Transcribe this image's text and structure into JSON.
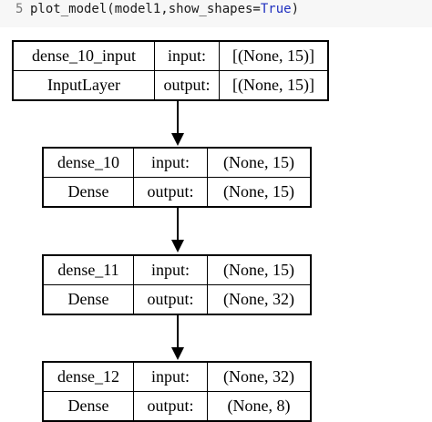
{
  "code_cell": {
    "line_number": "5",
    "code_prefix": "plot_model(model1,show_shapes=",
    "code_keyword": "True",
    "code_suffix": ")"
  },
  "nodes": [
    {
      "name": "dense_10_input",
      "type": "InputLayer",
      "input_label": "input:",
      "output_label": "output:",
      "input_shape": "[(None, 15)]",
      "output_shape": "[(None, 15)]"
    },
    {
      "name": "dense_10",
      "type": "Dense",
      "input_label": "input:",
      "output_label": "output:",
      "input_shape": "(None, 15)",
      "output_shape": "(None, 15)"
    },
    {
      "name": "dense_11",
      "type": "Dense",
      "input_label": "input:",
      "output_label": "output:",
      "input_shape": "(None, 15)",
      "output_shape": "(None, 32)"
    },
    {
      "name": "dense_12",
      "type": "Dense",
      "input_label": "input:",
      "output_label": "output:",
      "input_shape": "(None, 32)",
      "output_shape": "(None, 8)"
    }
  ]
}
